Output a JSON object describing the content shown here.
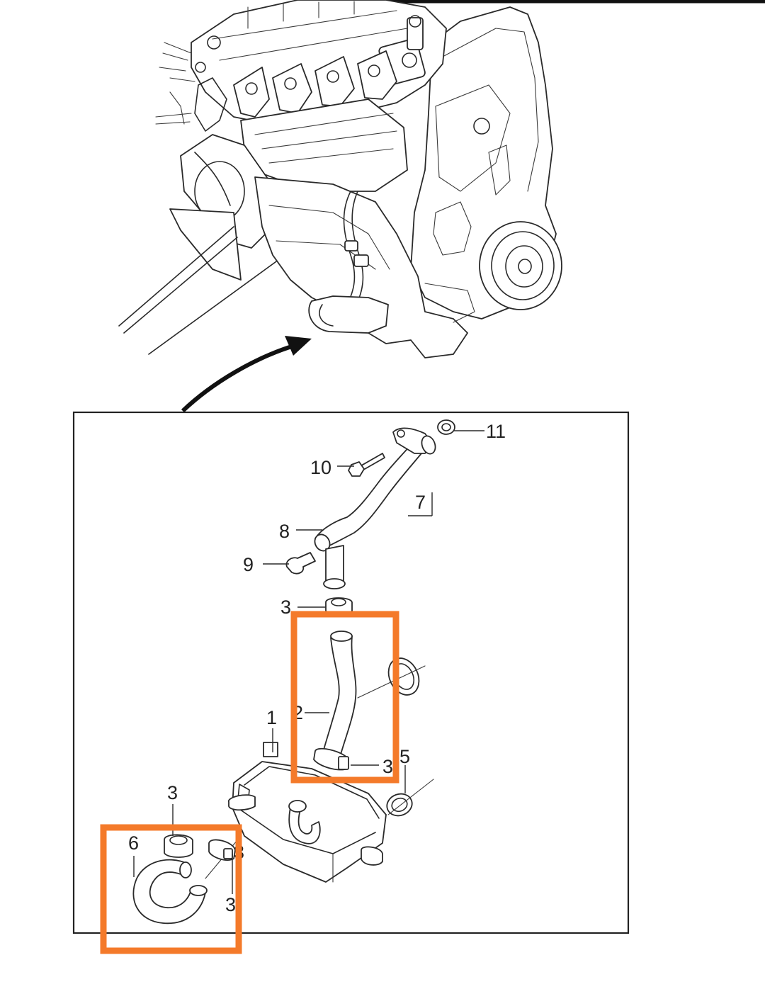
{
  "diagram": {
    "callouts": {
      "c1": "1",
      "c2": "2",
      "c3a": "3",
      "c3b": "3",
      "c3c": "3",
      "c3d": "3",
      "c3e": "3",
      "c5": "5",
      "c6": "6",
      "c7": "7",
      "c8": "8",
      "c9": "9",
      "c10": "10",
      "c11": "11"
    },
    "highlight_color": "#f47a2a",
    "line_color": "#2a2a2a",
    "highlights": [
      "hose-2-with-clamps",
      "hose-6-with-clamps"
    ],
    "icons": [
      "engine-assembly-illustration",
      "callout-arrow",
      "oil-cooler",
      "coolant-pipe",
      "hose",
      "clamp",
      "o-ring",
      "bolt",
      "connector"
    ]
  }
}
